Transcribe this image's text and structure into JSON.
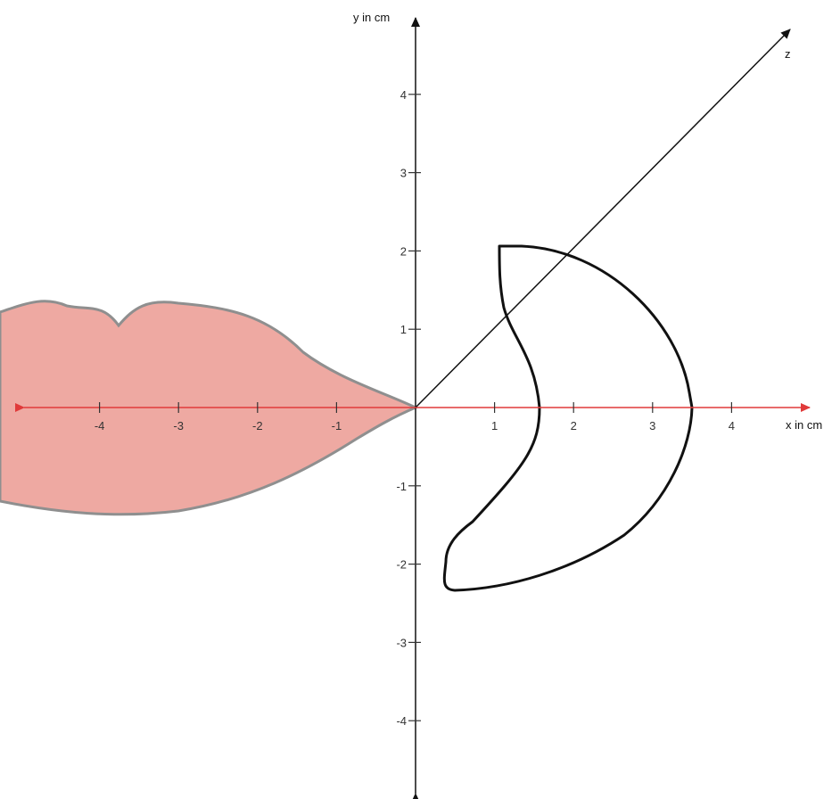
{
  "axes": {
    "x": {
      "title": "x in cm",
      "color": "#e03a3a",
      "ticks": [
        {
          "value": -4,
          "label": "-4"
        },
        {
          "value": -3,
          "label": "-3"
        },
        {
          "value": -2,
          "label": "-2"
        },
        {
          "value": -1,
          "label": "-1"
        },
        {
          "value": 1,
          "label": "1"
        },
        {
          "value": 2,
          "label": "2"
        },
        {
          "value": 3,
          "label": "3"
        },
        {
          "value": 4,
          "label": "4"
        }
      ]
    },
    "y": {
      "title": "y in cm",
      "color": "#111111",
      "ticks": [
        {
          "value": 4,
          "label": "4"
        },
        {
          "value": 3,
          "label": "3"
        },
        {
          "value": 2,
          "label": "2"
        },
        {
          "value": 1,
          "label": "1"
        },
        {
          "value": -1,
          "label": "-1"
        },
        {
          "value": -2,
          "label": "-2"
        },
        {
          "value": -3,
          "label": "-3"
        },
        {
          "value": -4,
          "label": "-4"
        }
      ]
    },
    "z": {
      "title": "z",
      "color": "#111111"
    }
  },
  "shapes": {
    "lips": {
      "fill": "#eea9a2",
      "stroke": "#8f8f8f"
    },
    "crescent": {
      "fill": "#ffffff",
      "stroke": "#111111"
    }
  }
}
